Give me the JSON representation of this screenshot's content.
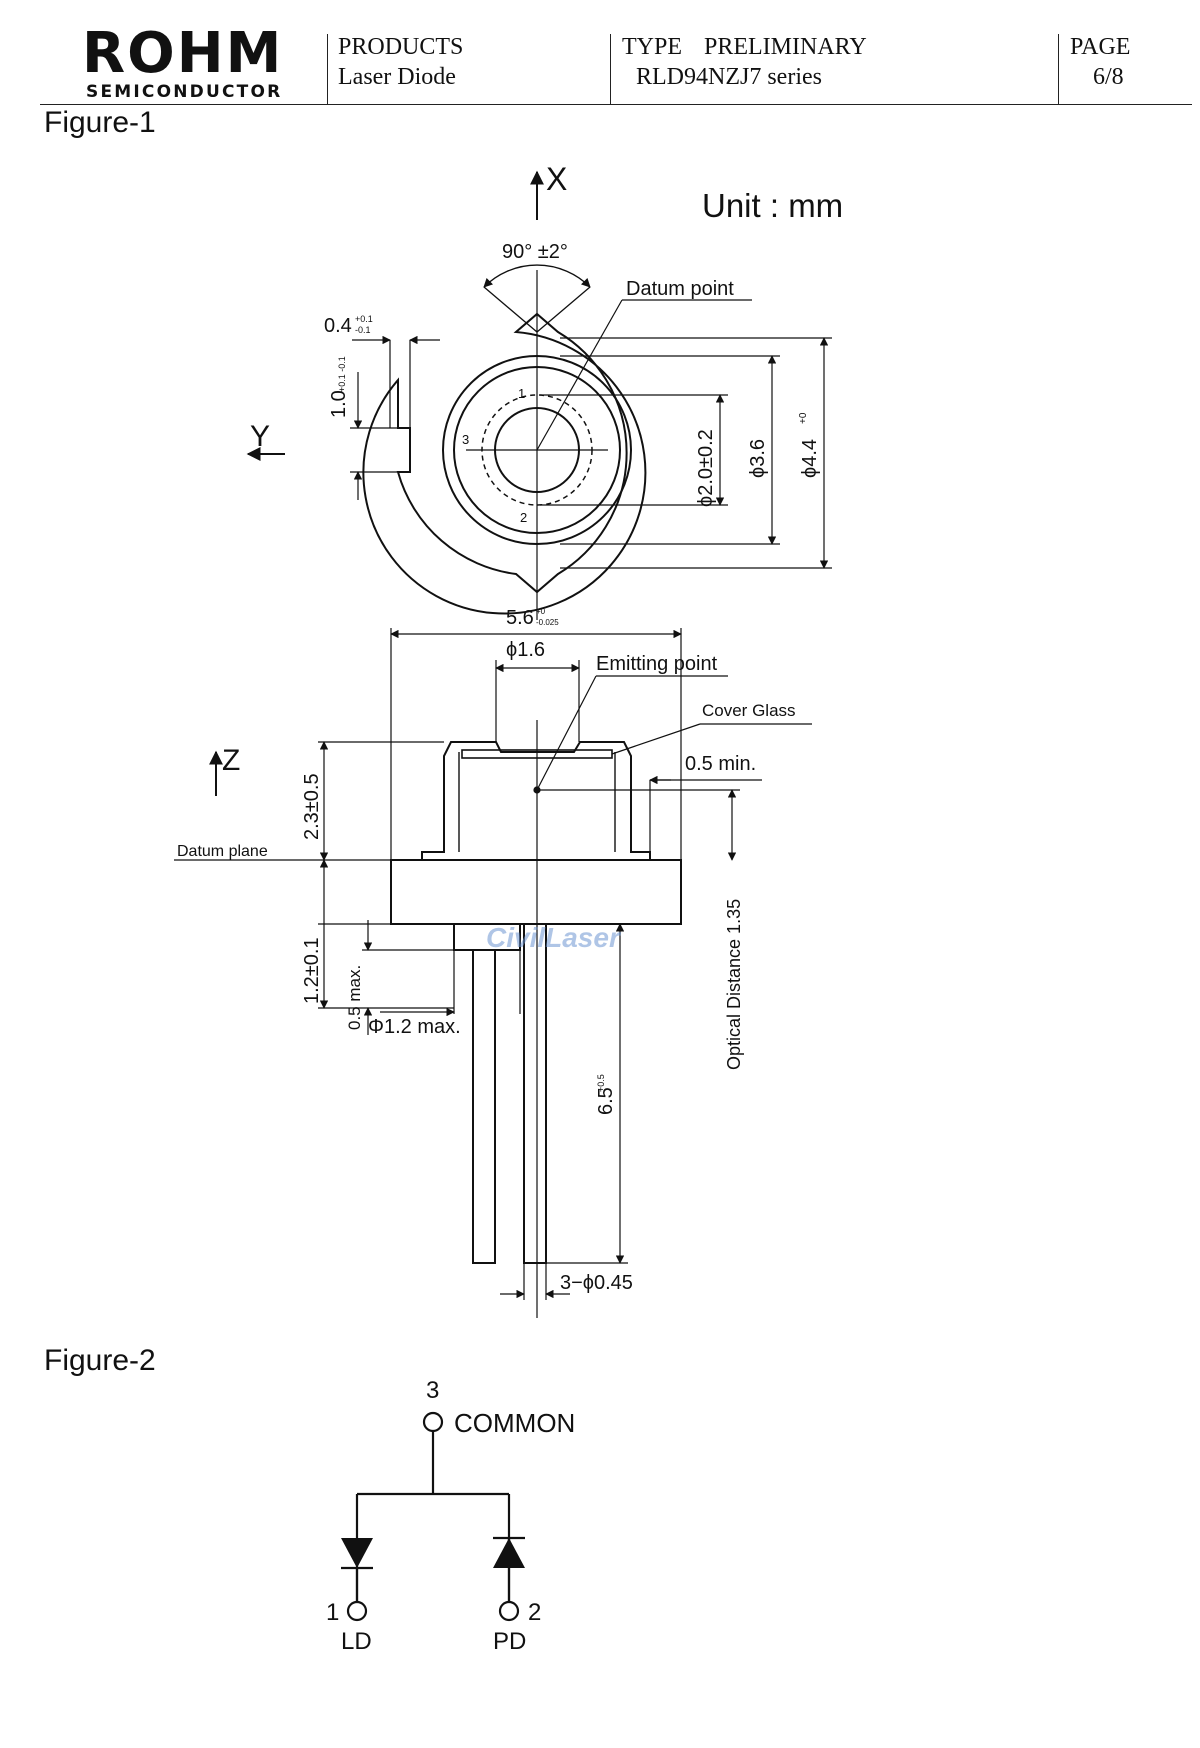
{
  "header": {
    "logo_main": "ROHM",
    "logo_sub": "SEMICONDUCTOR",
    "products_label": "PRODUCTS",
    "products_value": "Laser Diode",
    "type_label": "TYPE",
    "type_status": "PRELIMINARY",
    "type_value": "RLD94NZJ7 series",
    "page_label": "PAGE",
    "page_value": "6/8"
  },
  "figure1": {
    "label": "Figure-1",
    "unit": "Unit : mm",
    "axis_x": "X",
    "axis_y": "Y",
    "axis_z": "Z",
    "angle": "90°  ±2°",
    "datum_point": "Datum point",
    "dim_04": "0.4",
    "dim_04_tol_top": "+0.1",
    "dim_04_tol_bot": "-0.1",
    "dim_10": "1.0",
    "dim_10_tol": "+0.1 -0.1",
    "dim_d20": "ϕ2.0±0.2",
    "dim_d36": "ϕ3.6",
    "dim_d44": "ϕ4.4",
    "dim_d44_tol": "+0",
    "pin1": "1",
    "pin2": "2",
    "pin3": "3",
    "dim_56": "5.6",
    "dim_56_tol_top": "+0",
    "dim_56_tol_bot": "-0.025",
    "dim_d16": "ϕ1.6",
    "emitting_point": "Emitting point",
    "cover_glass": "Cover Glass",
    "min05": "0.5 min.",
    "dim_23": "2.3±0.5",
    "datum_plane": "Datum plane",
    "optical_distance": "Optical Distance 1.35",
    "dim_12": "1.2±0.1",
    "max05": "0.5 max.",
    "max_d12": "Φ1.2 max.",
    "dim_65": "6.5",
    "dim_65_tol": "+0.5",
    "pins": "3−ϕ0.45",
    "watermark": "CivilLaser"
  },
  "figure2": {
    "label": "Figure-2",
    "pin3": "3",
    "common": "COMMON",
    "pin1": "1",
    "pin2": "2",
    "ld": "LD",
    "pd": "PD"
  }
}
